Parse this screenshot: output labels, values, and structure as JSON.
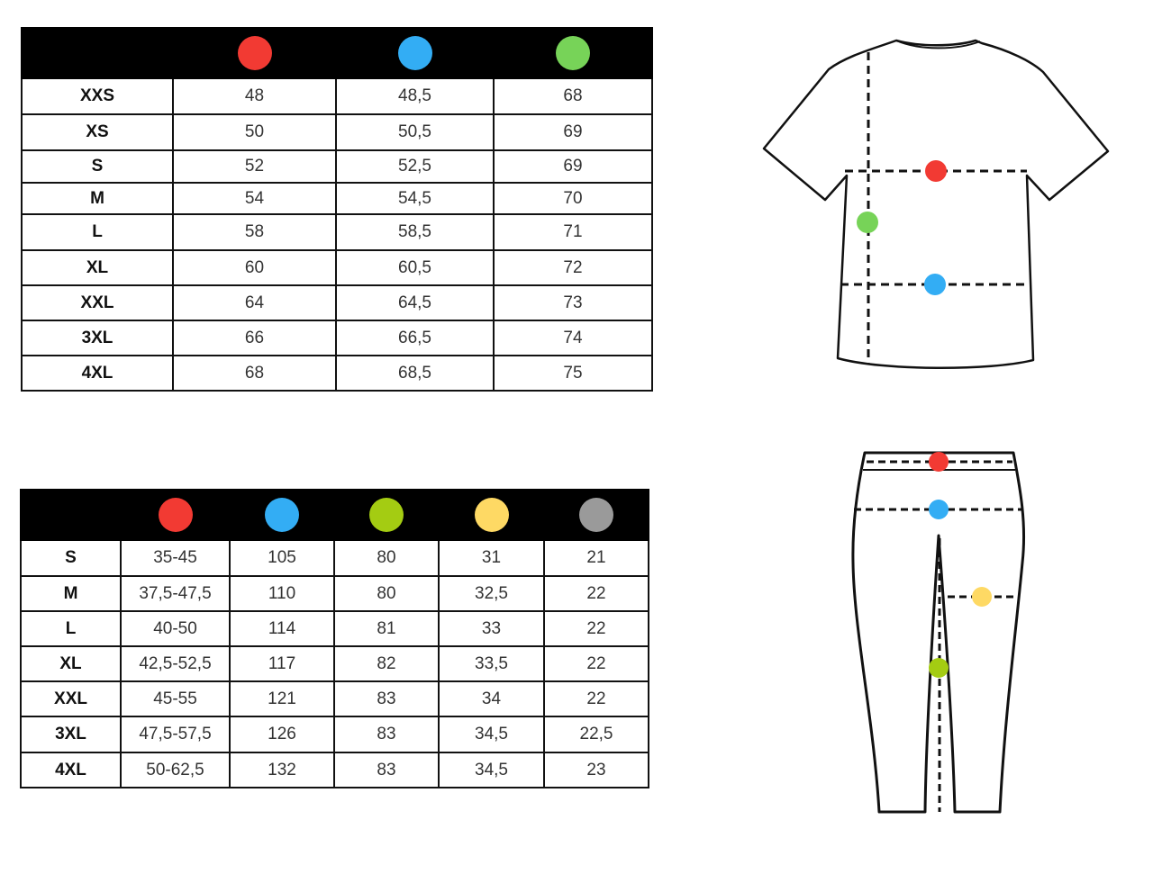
{
  "colors": {
    "red": "#f23a33",
    "blue": "#33adf4",
    "green": "#77d358",
    "lime": "#a4cc12",
    "yellow": "#fed964",
    "gray": "#9a9a9a"
  },
  "shirt_table": {
    "marker_colors": [
      "red",
      "blue",
      "green"
    ],
    "rows": [
      {
        "size": "XXS",
        "values": [
          "48",
          "48,5",
          "68"
        ]
      },
      {
        "size": "XS",
        "values": [
          "50",
          "50,5",
          "69"
        ]
      },
      {
        "size": "S",
        "values": [
          "52",
          "52,5",
          "69"
        ]
      },
      {
        "size": "M",
        "values": [
          "54",
          "54,5",
          "70"
        ]
      },
      {
        "size": "L",
        "values": [
          "58",
          "58,5",
          "71"
        ]
      },
      {
        "size": "XL",
        "values": [
          "60",
          "60,5",
          "72"
        ]
      },
      {
        "size": "XXL",
        "values": [
          "64",
          "64,5",
          "73"
        ]
      },
      {
        "size": "3XL",
        "values": [
          "66",
          "66,5",
          "74"
        ]
      },
      {
        "size": "4XL",
        "values": [
          "68",
          "68,5",
          "75"
        ]
      }
    ]
  },
  "pants_table": {
    "marker_colors": [
      "red",
      "blue",
      "lime",
      "yellow",
      "gray"
    ],
    "rows": [
      {
        "size": "S",
        "values": [
          "35-45",
          "105",
          "80",
          "31",
          "21"
        ]
      },
      {
        "size": "M",
        "values": [
          "37,5-47,5",
          "110",
          "80",
          "32,5",
          "22"
        ]
      },
      {
        "size": "L",
        "values": [
          "40-50",
          "114",
          "81",
          "33",
          "22"
        ]
      },
      {
        "size": "XL",
        "values": [
          "42,5-52,5",
          "117",
          "82",
          "33,5",
          "22"
        ]
      },
      {
        "size": "XXL",
        "values": [
          "45-55",
          "121",
          "83",
          "34",
          "22"
        ]
      },
      {
        "size": "3XL",
        "values": [
          "47,5-57,5",
          "126",
          "83",
          "34,5",
          "22,5"
        ]
      },
      {
        "size": "4XL",
        "values": [
          "50-62,5",
          "132",
          "83",
          "34,5",
          "23"
        ]
      }
    ]
  }
}
